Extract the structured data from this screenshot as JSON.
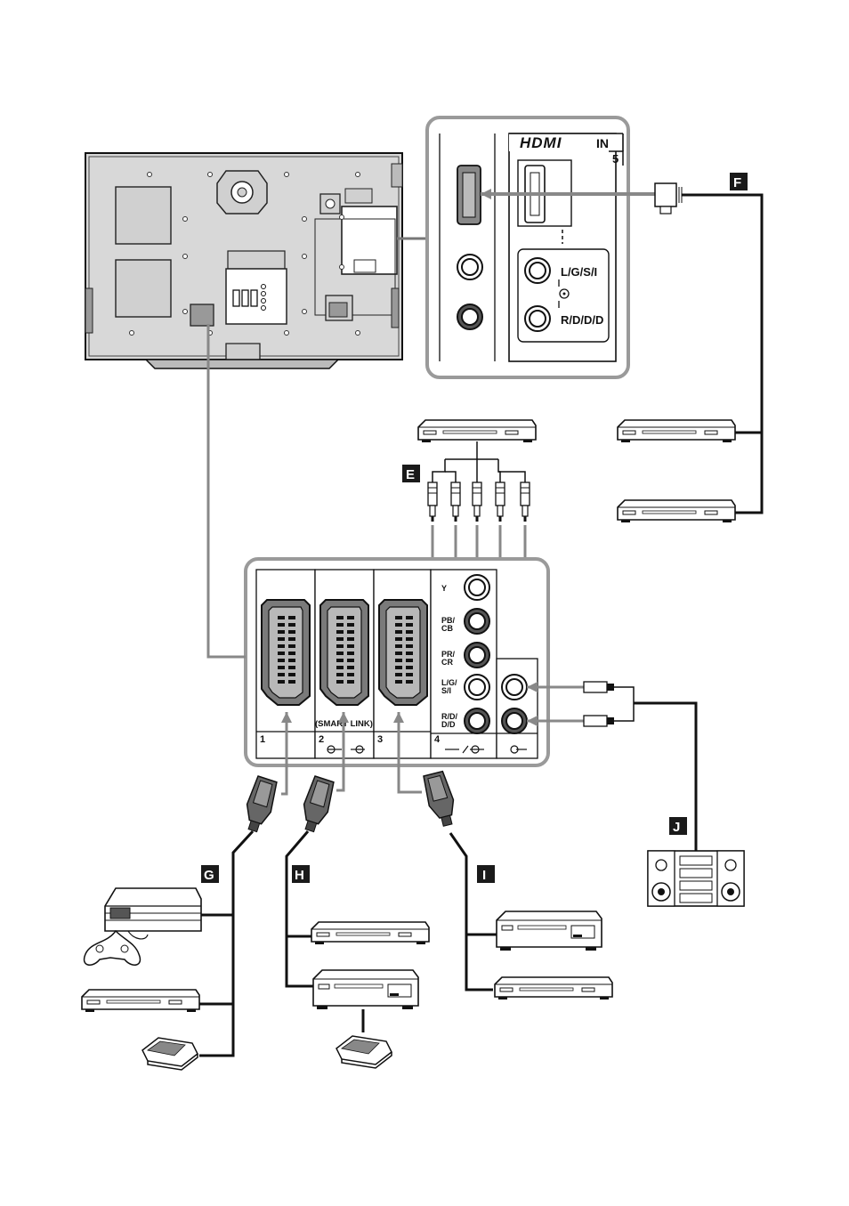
{
  "hdmi_panel": {
    "logo": "HDMI",
    "in_label": "IN",
    "port_number": "5",
    "audio_left_label": "L/G/S/I",
    "audio_right_label": "R/D/D/D"
  },
  "bottom_panel": {
    "port_numbers": [
      "1",
      "2",
      "3",
      "4"
    ],
    "smartlink_label": "(SMART LINK)",
    "component_labels": {
      "y": "Y",
      "pb_top": "PB/",
      "pb_bottom": "CB",
      "pr_top": "PR/",
      "pr_bottom": "CR",
      "l_top": "L/G/",
      "l_bottom": "S/I",
      "r_top": "R/D/",
      "r_bottom": "D/D"
    }
  },
  "badges": [
    "E",
    "F",
    "G",
    "H",
    "I",
    "J"
  ],
  "colors": {
    "panel_border": "#9a9a9a",
    "tv_body": "#d8d8d8",
    "badge": "#1a1a1a",
    "cable": "#222222"
  }
}
